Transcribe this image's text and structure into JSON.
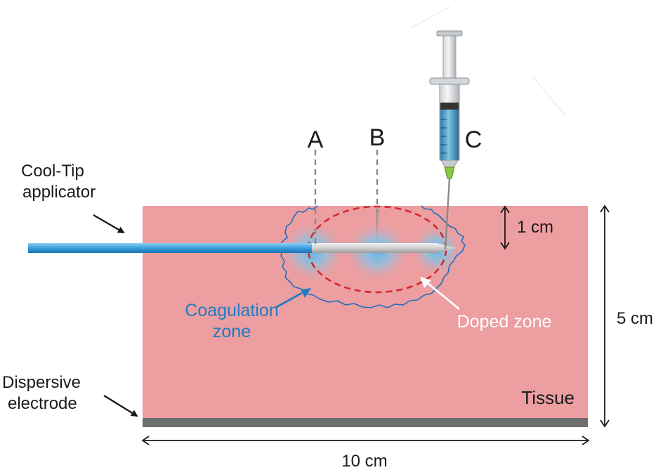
{
  "labels": {
    "point_a": "A",
    "point_b": "B",
    "point_c": "C",
    "applicator_line1": "Cool-Tip",
    "applicator_line2": "applicator",
    "electrode_line1": "Dispersive",
    "electrode_line2": "electrode",
    "coag_line1": "Coagulation",
    "coag_line2": "zone",
    "doped": "Doped zone",
    "tissue": "Tissue",
    "depth": "1 cm",
    "height": "5 cm",
    "width": "10 cm"
  },
  "colors": {
    "tissue": "#EC9EA1",
    "electrode": "#6D6E70",
    "applicator": "#3BA0DC",
    "coagulation": "#1F6FBF",
    "doped_zone": "#D42A2A",
    "text": "#1A1A1A",
    "coag_label": "#1F7CC4",
    "doped_label": "#FFFFFF",
    "syringe_fluid": "#3E9DC9"
  }
}
